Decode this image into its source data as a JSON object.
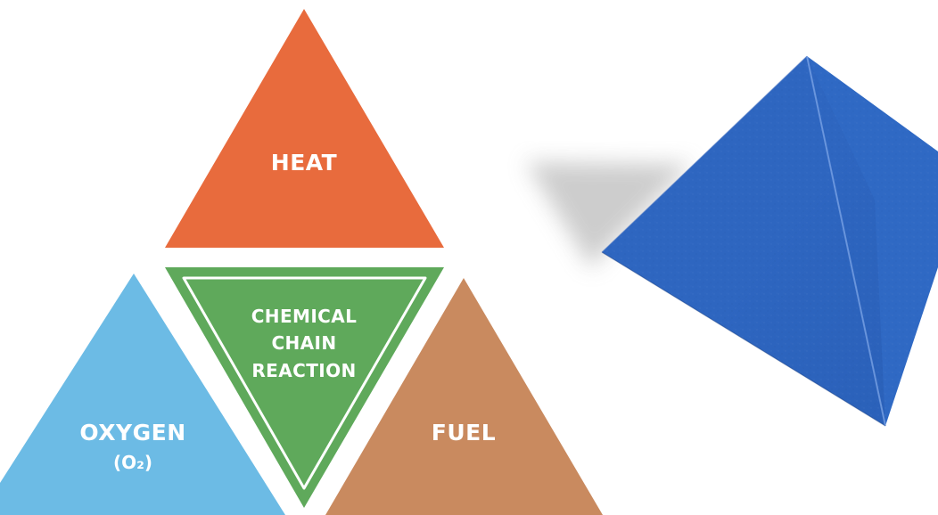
{
  "diagram": {
    "triangles": [
      {
        "id": "heat",
        "lines": [
          "HEAT"
        ],
        "color": "#E86B3D"
      },
      {
        "id": "chemical_chain_reaction",
        "lines": [
          "CHEMICAL",
          "CHAIN",
          "REACTION"
        ],
        "color": "#5FA95B"
      },
      {
        "id": "oxygen",
        "lines": [
          "OXYGEN",
          "(O₂)"
        ],
        "color": "#6CBBE5"
      },
      {
        "id": "fuel",
        "lines": [
          "FUEL"
        ],
        "color": "#C98A5F"
      }
    ],
    "tetrahedron_photo": {
      "subject": "blue paper tetrahedron",
      "color": "#2F69C4"
    }
  }
}
